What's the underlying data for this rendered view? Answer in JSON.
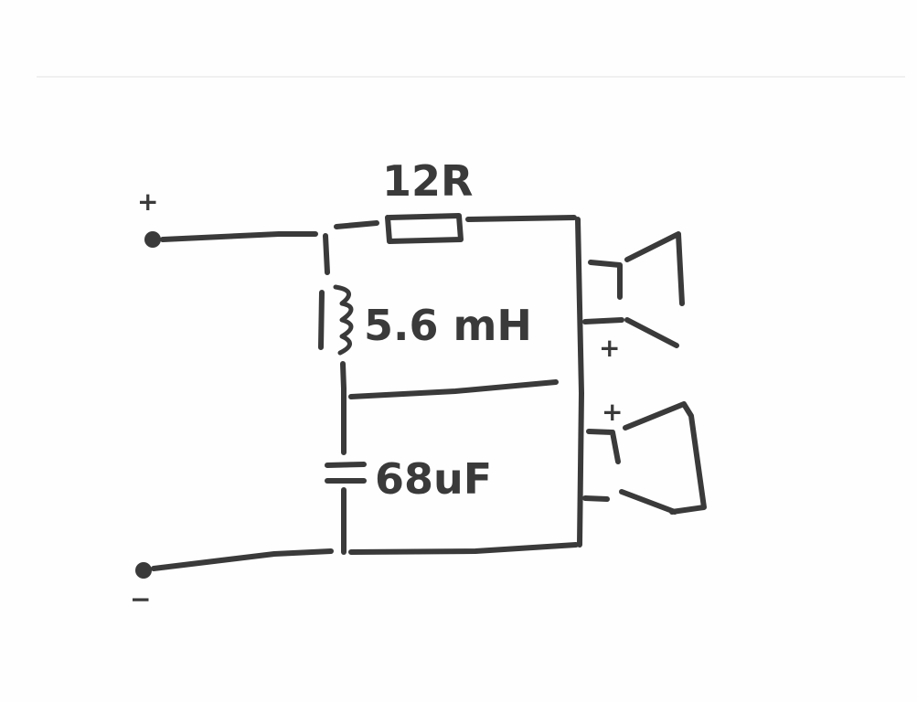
{
  "diagram": {
    "terminals": {
      "positive_sign": "+",
      "negative_sign": "−"
    },
    "components": {
      "resistor": {
        "label": "12R"
      },
      "inductor": {
        "label": "5.6 mH"
      },
      "capacitor": {
        "label": "68uF"
      }
    },
    "speakers": {
      "upper_polarity": "+",
      "lower_polarity": "+"
    },
    "colors": {
      "ink": "#3a3a3a",
      "paper": "#fefefe"
    }
  }
}
